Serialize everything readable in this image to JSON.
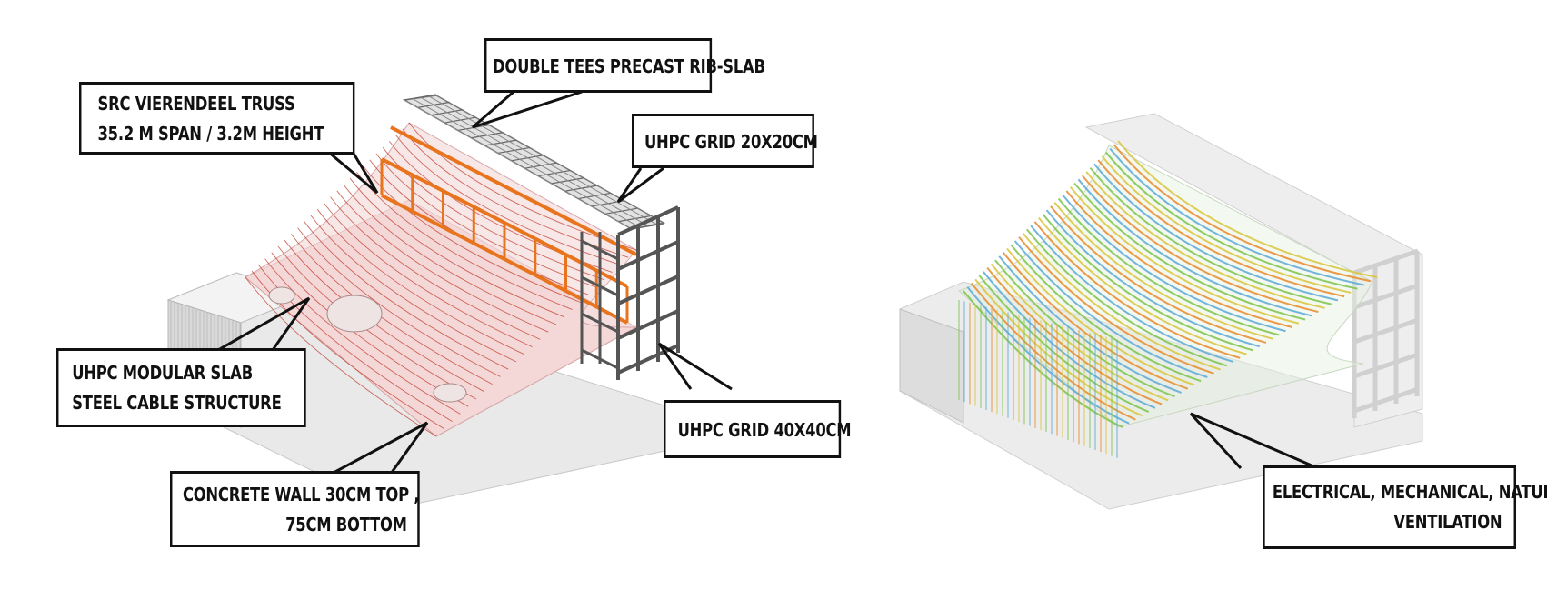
{
  "labels": {
    "double_tees": "DOUBLE TEES PRECAST RIB-SLAB",
    "src_truss_line1": "SRC VIERENDEEL TRUSS",
    "src_truss_line2": "35.2 M SPAN / 3.2M HEIGHT",
    "uhpc_grid_20": "UHPC GRID 20X20CM",
    "uhpc_modular_line1": "UHPC MODULAR SLAB",
    "uhpc_modular_line2": "STEEL CABLE STRUCTURE",
    "uhpc_grid_40": "UHPC GRID 40X40CM",
    "concrete_wall_line1": "CONCRETE WALL 30CM TOP ,",
    "concrete_wall_line2": "75CM BOTTOM",
    "services_line1": "ELECTRICAL, MECHANICAL, NATURAL",
    "services_line2": "VENTILATION"
  },
  "colors": {
    "truss_orange": "#e8741e",
    "cable_red": "#c0392b",
    "frame_dark": "#555555",
    "service_green": "#7bc34a",
    "service_blue": "#5aa9d6",
    "service_orange": "#e88a2a",
    "service_yellow": "#d8c53c",
    "callout_border": "#111111"
  }
}
